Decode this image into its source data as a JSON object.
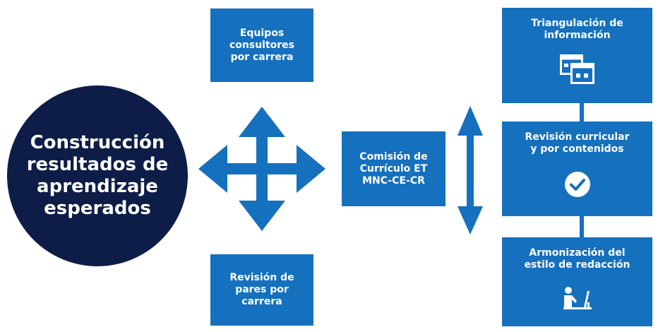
{
  "center": {
    "title": "Construcción\nresultados de\naprendizaje\nesperados"
  },
  "boxes": {
    "equipos": "Equipos\nconsultores\npor carrera",
    "revision_pares": "Revisión de\npares por\ncarrera",
    "comision": "Comisión de\nCurrículo ET\nMNC-CE-CR"
  },
  "steps": [
    {
      "label": "Triangulación de\ninformación",
      "icon": "windows-icon"
    },
    {
      "label": "Revisión curricular\ny por contenidos",
      "icon": "check-circle-icon"
    },
    {
      "label": "Armonización del\nestilo de redacción",
      "icon": "person-at-desk-icon"
    }
  ],
  "colors": {
    "box": "#1570be",
    "circle": "#0d1d48",
    "arrow": "#1570be"
  }
}
